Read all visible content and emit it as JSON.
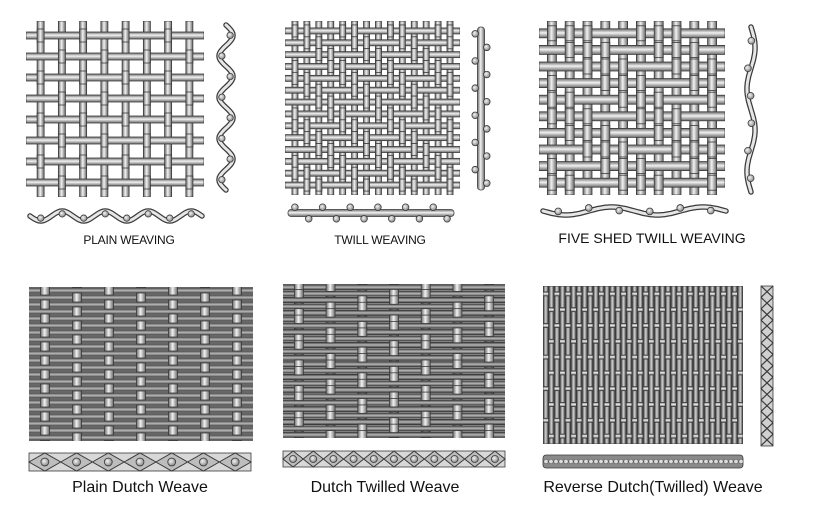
{
  "colors": {
    "wire_dark": "#5f5f5f",
    "wire_mid": "#a9a9a9",
    "wire_light": "#ececec",
    "outline": "#3a3a3a",
    "background": "#ffffff"
  },
  "panels": [
    {
      "id": "plain-weaving",
      "caption": "PLAIN WEAVING",
      "type": "plain"
    },
    {
      "id": "twill-weaving",
      "caption": "TWILL WEAVING",
      "type": "twill"
    },
    {
      "id": "five-shed-twill-weaving",
      "caption": "FIVE SHED TWILL WEAVING",
      "type": "five-shed"
    },
    {
      "id": "plain-dutch-weave",
      "caption": "Plain Dutch Weave",
      "type": "plain-dutch"
    },
    {
      "id": "dutch-twilled-weave",
      "caption": "Dutch Twilled Weave",
      "type": "dutch-twilled"
    },
    {
      "id": "reverse-dutch-twilled-weave",
      "caption": "Reverse Dutch(Twilled) Weave",
      "type": "reverse-dutch"
    }
  ]
}
